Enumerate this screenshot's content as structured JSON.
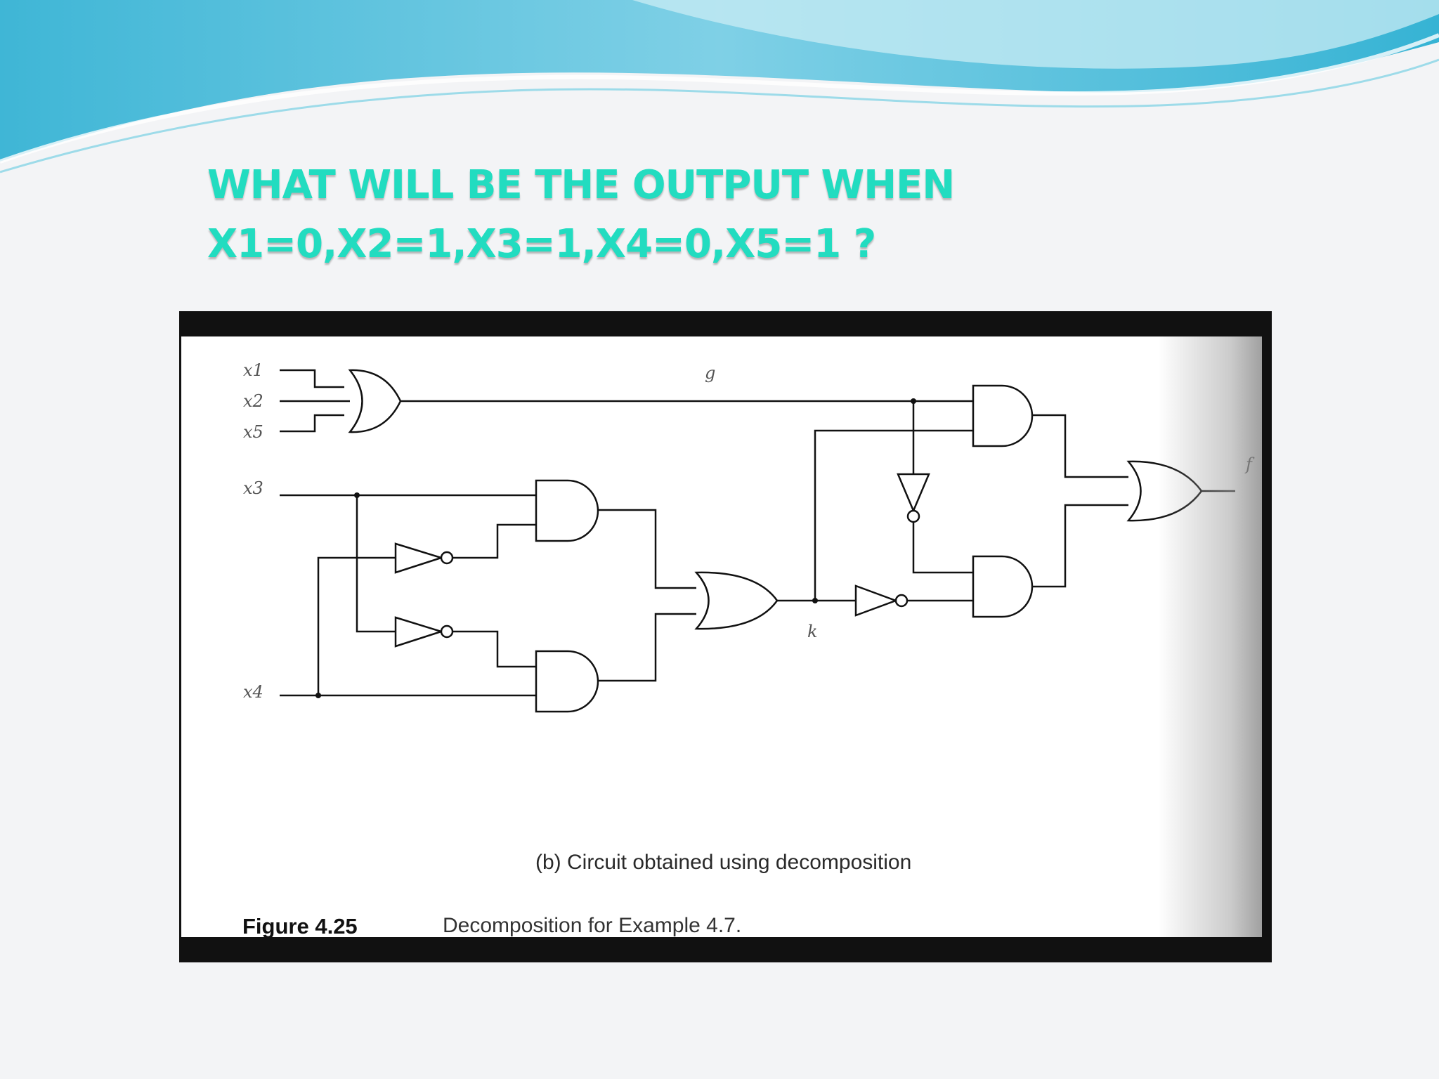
{
  "slide": {
    "title_line1": "WHAT WILL BE THE OUTPUT WHEN",
    "title_line2": "X1=0,X2=1,X3=1,X4=0,X5=1 ?"
  },
  "circuit": {
    "inputs": [
      "x1",
      "x2",
      "x5",
      "x3",
      "x4"
    ],
    "signal_g": "g",
    "signal_k": "k",
    "output": "f",
    "subcaption": "(b) Circuit obtained using decomposition",
    "figure_label": "Figure 4.25",
    "figure_caption": "Decomposition for Example 4.7."
  },
  "colors": {
    "title": "#22dcc0",
    "background": "#f3f4f6",
    "wave": "#5fc8e0"
  }
}
